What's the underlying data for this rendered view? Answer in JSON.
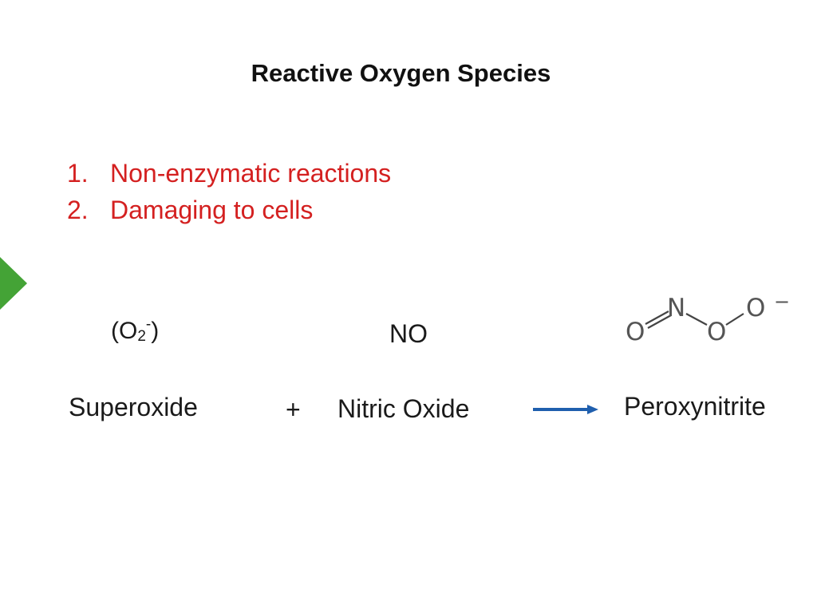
{
  "title": "Reactive Oxygen Species",
  "points": [
    {
      "number": "1.",
      "text": "Non-enzymatic reactions"
    },
    {
      "number": "2.",
      "text": "Damaging to cells"
    }
  ],
  "reaction": {
    "superoxide_formula_open": "(O",
    "superoxide_formula_sub": "2",
    "superoxide_formula_sup": "-",
    "superoxide_formula_close": ")",
    "superoxide_name": "Superoxide",
    "plus": "+",
    "nitric_oxide_formula": "NO",
    "nitric_oxide_name": "Nitric Oxide",
    "product_name": "Peroxynitrite",
    "product_structure_atoms": [
      "O",
      "N",
      "O",
      "O",
      "−"
    ]
  },
  "colors": {
    "points_text": "#d42020",
    "marker": "#44a336",
    "arrow": "#1f5fae"
  }
}
